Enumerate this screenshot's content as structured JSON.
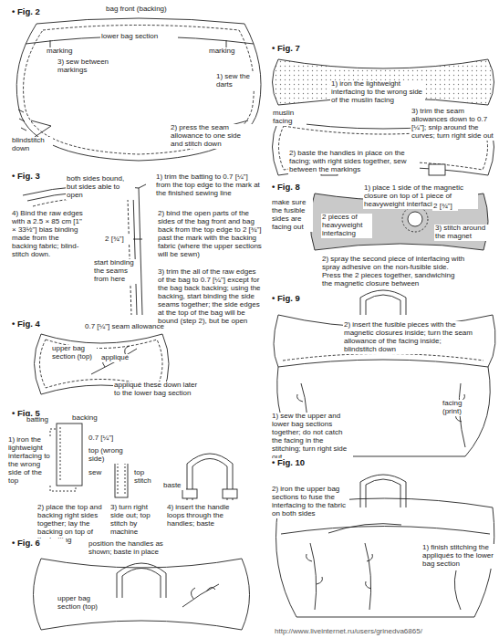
{
  "diagram": {
    "labels": [
      "• Fig. 2",
      "bag front (backing)",
      "lower bag section",
      "marking",
      "marking",
      "3) sew between markings",
      "1) sew the darts",
      "blindstitch down",
      "2) press the seam allowance to one side and stitch down",
      "• Fig. 3",
      "both sides bound, but sides able to open",
      "1) trim the batting to 0.7 [¼\"] from the top edge to the mark at the finished sewing line",
      "2) bind the open parts of the sides of the bag front and bag back from the top edge to 2 [¾\"] past the mark with the backing fabric (where the upper sections will be sewn)",
      "4) Bind the raw edges with a 2.5 × 85 cm [1\" × 33½\"] bias binding made from the backing fabric; blind-stitch down.",
      "2 [¾\"]",
      "start binding the seams from here",
      "3) trim the all of the raw edges of the bag to 0.7 [¼\"] except for the bag back backing; using the backing, start binding the side seams together; the side edges at the top of the bag will be bound (step 2), but be open",
      "• Fig. 4",
      "0.7 [¼\"] seam allowance",
      "upper bag section (top)",
      "appliqué",
      "appliqué these down later to the lower bag section",
      "• Fig. 5",
      "batting",
      "backing",
      "1) iron the lightweight interfacing to the wrong side of the top",
      "0.7 [¼\"]",
      "top (wrong side)",
      "sew",
      "2) place the top and backing right sides together; lay the backing on top of the batting",
      "top stitch",
      "3) turn right side out; top stitch by machine",
      "baste",
      "4) insert the handle loops through the handles; baste",
      "• Fig. 6",
      "position the handles as shown; baste in place",
      "upper bag section (top)",
      "• Fig. 7",
      "1) iron the lightweight interfacing to the wrong side of the muslin facing",
      "muslin facing",
      "3) trim the seam allowances down to 0.7 [¼\"]; snip around the curves; turn right side out",
      "2) baste the handles in place on the facing; with right sides together, sew between the markings",
      "• Fig. 8",
      "make sure the fusible sides are facing out",
      "1) place 1 side of the magnetic closure on top of 1 piece of heavyweight interfacing",
      "2 [¾\"]",
      "2 pieces of heavyweight interfacing",
      "3) stitch around the magnet",
      "2) spray the second piece of interfacing with spray adhesive on the non-fusible side. Press the 2 pieces together, sandwiching the magnetic closure between",
      "• Fig. 9",
      "2) insert the fusible pieces with the magnetic closures inside; turn the seam allowance of the facing inside; blindstitch down",
      "facing (print)",
      "1) sew the upper and lower bag sections together; do not catch the facing in the stitching; turn right side out",
      "• Fig. 10",
      "2) iron the upper bag sections to fuse the interfacing to the fabric on both sides",
      "1) finish stitching the appliqués to the lower bag section",
      "http://www.liveinternet.ru/users/grinedva6865/"
    ]
  }
}
